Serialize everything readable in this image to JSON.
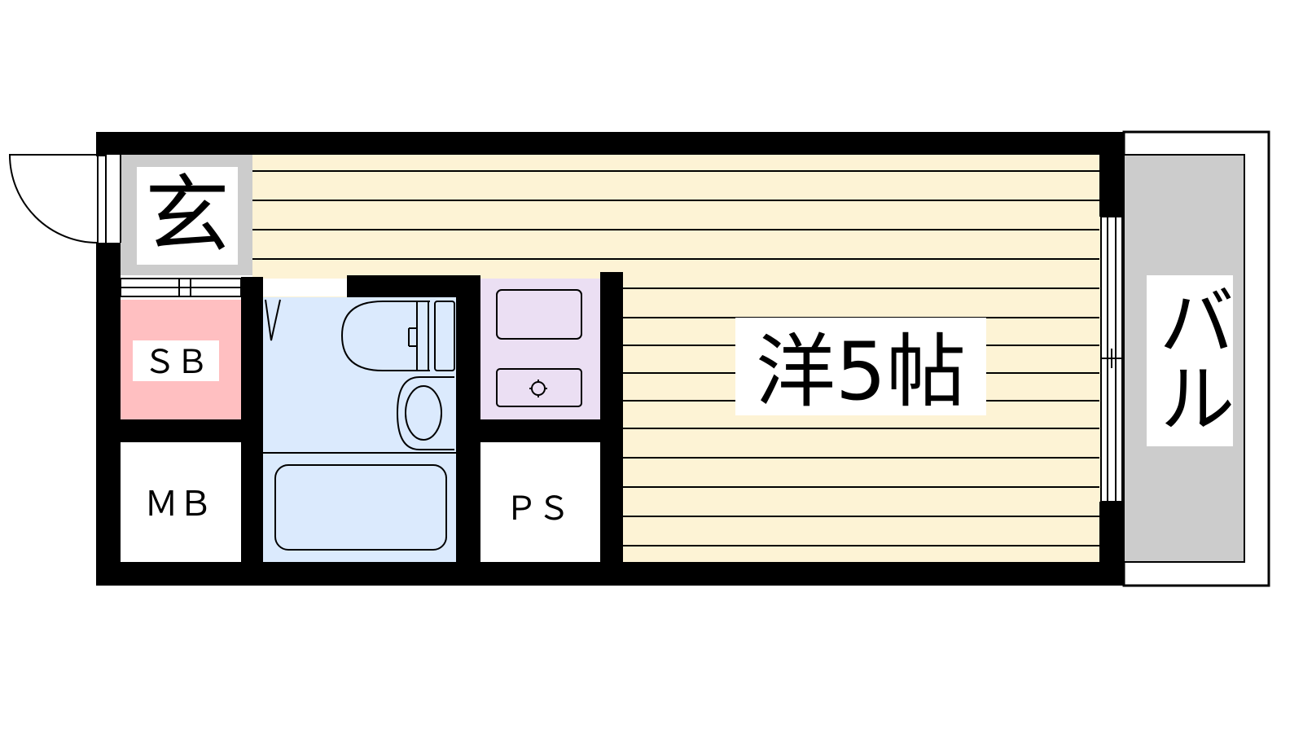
{
  "floorplan": {
    "rooms": {
      "entrance": {
        "label": "玄",
        "color": "#cccccc"
      },
      "shoe_box": {
        "label": "ＳＢ",
        "color": "#ffbfc1"
      },
      "meter_box": {
        "label": "ＭＢ",
        "color": "#ffffff"
      },
      "bathroom": {
        "label": "",
        "color": "#dbeafd"
      },
      "kitchen": {
        "label": "",
        "color": "#ebdff3"
      },
      "pipe_space": {
        "label": "ＰＳ",
        "color": "#ffffff"
      },
      "western_room": {
        "label": "洋5帖",
        "color": "#fdf3d5"
      },
      "balcony": {
        "label": "バル",
        "color": "#cccccc"
      }
    },
    "wall_color": "#000000",
    "icons": [
      "door-swing-icon",
      "toilet-icon",
      "sink-icon",
      "bathtub-icon",
      "stove-icon",
      "window-icon"
    ]
  }
}
